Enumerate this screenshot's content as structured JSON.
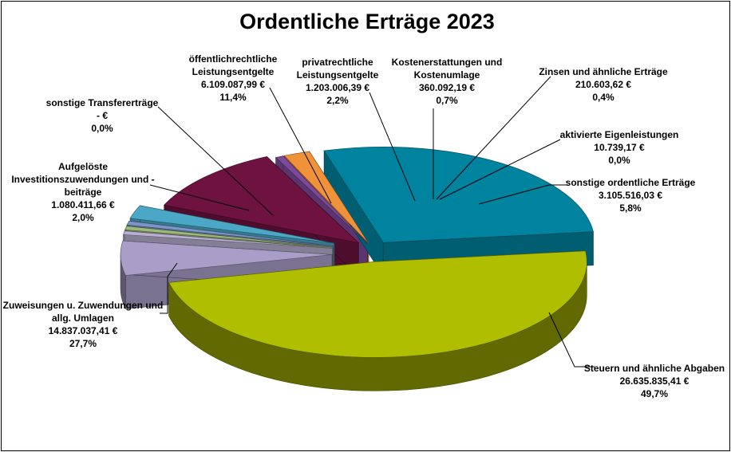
{
  "chart_data": {
    "type": "pie",
    "title": "Ordentliche Erträge 2023",
    "slices": [
      {
        "lines": [
          "Steuern und ähnliche Abgaben",
          "26.635.835,41 €",
          "49,7%"
        ],
        "value": 26635835.41,
        "percent": 49.7,
        "color": "#b0be00"
      },
      {
        "lines": [
          "sonstige ordentliche Erträge",
          "3.105.516,03 €",
          "5,8%"
        ],
        "value": 3105516.03,
        "percent": 5.8,
        "color": "#a89ec8"
      },
      {
        "lines": [
          "aktivierte Eigenleistungen",
          "10.739,17 €",
          "0,0%"
        ],
        "value": 10739.17,
        "percent": 0.0,
        "color": "#b8b0d0"
      },
      {
        "lines": [
          "Zinsen und ähnliche Erträge",
          "210.603,62 €",
          "0,4%"
        ],
        "value": 210603.62,
        "percent": 0.4,
        "color": "#9dba7c"
      },
      {
        "lines": [
          "Kostenerstattungen und",
          "Kostenumlage",
          "360.092,19 €",
          "0,7%"
        ],
        "value": 360092.19,
        "percent": 0.7,
        "color": "#7a96c8"
      },
      {
        "lines": [
          "privatrechtliche",
          "Leistungsentgelte",
          "1.203.006,39 €",
          "2,2%"
        ],
        "value": 1203006.39,
        "percent": 2.2,
        "color": "#4aa8c6"
      },
      {
        "lines": [
          "öffentlichrechtliche",
          "Leistungsentgelte",
          "6.109.087,99 €",
          "11,4%"
        ],
        "value": 6109087.99,
        "percent": 11.4,
        "color": "#6e1240"
      },
      {
        "lines": [
          "sonstige Transfererträge",
          "-   €",
          "0,0%"
        ],
        "value": 0,
        "percent": 0.0,
        "color": "#7d4a9a"
      },
      {
        "lines": [
          "Aufgelöste",
          "Investitionszuwendungen und -",
          "beiträge",
          "1.080.411,66 €",
          "2,0%"
        ],
        "value": 1080411.66,
        "percent": 2.0,
        "color": "#f0923a"
      },
      {
        "lines": [
          "Zuweisungen u. Zuwendungen und",
          "allg. Umlagen",
          "14.837.037,41 €",
          "27,7%"
        ],
        "value": 14837037.41,
        "percent": 27.7,
        "color": "#00839f"
      }
    ]
  }
}
